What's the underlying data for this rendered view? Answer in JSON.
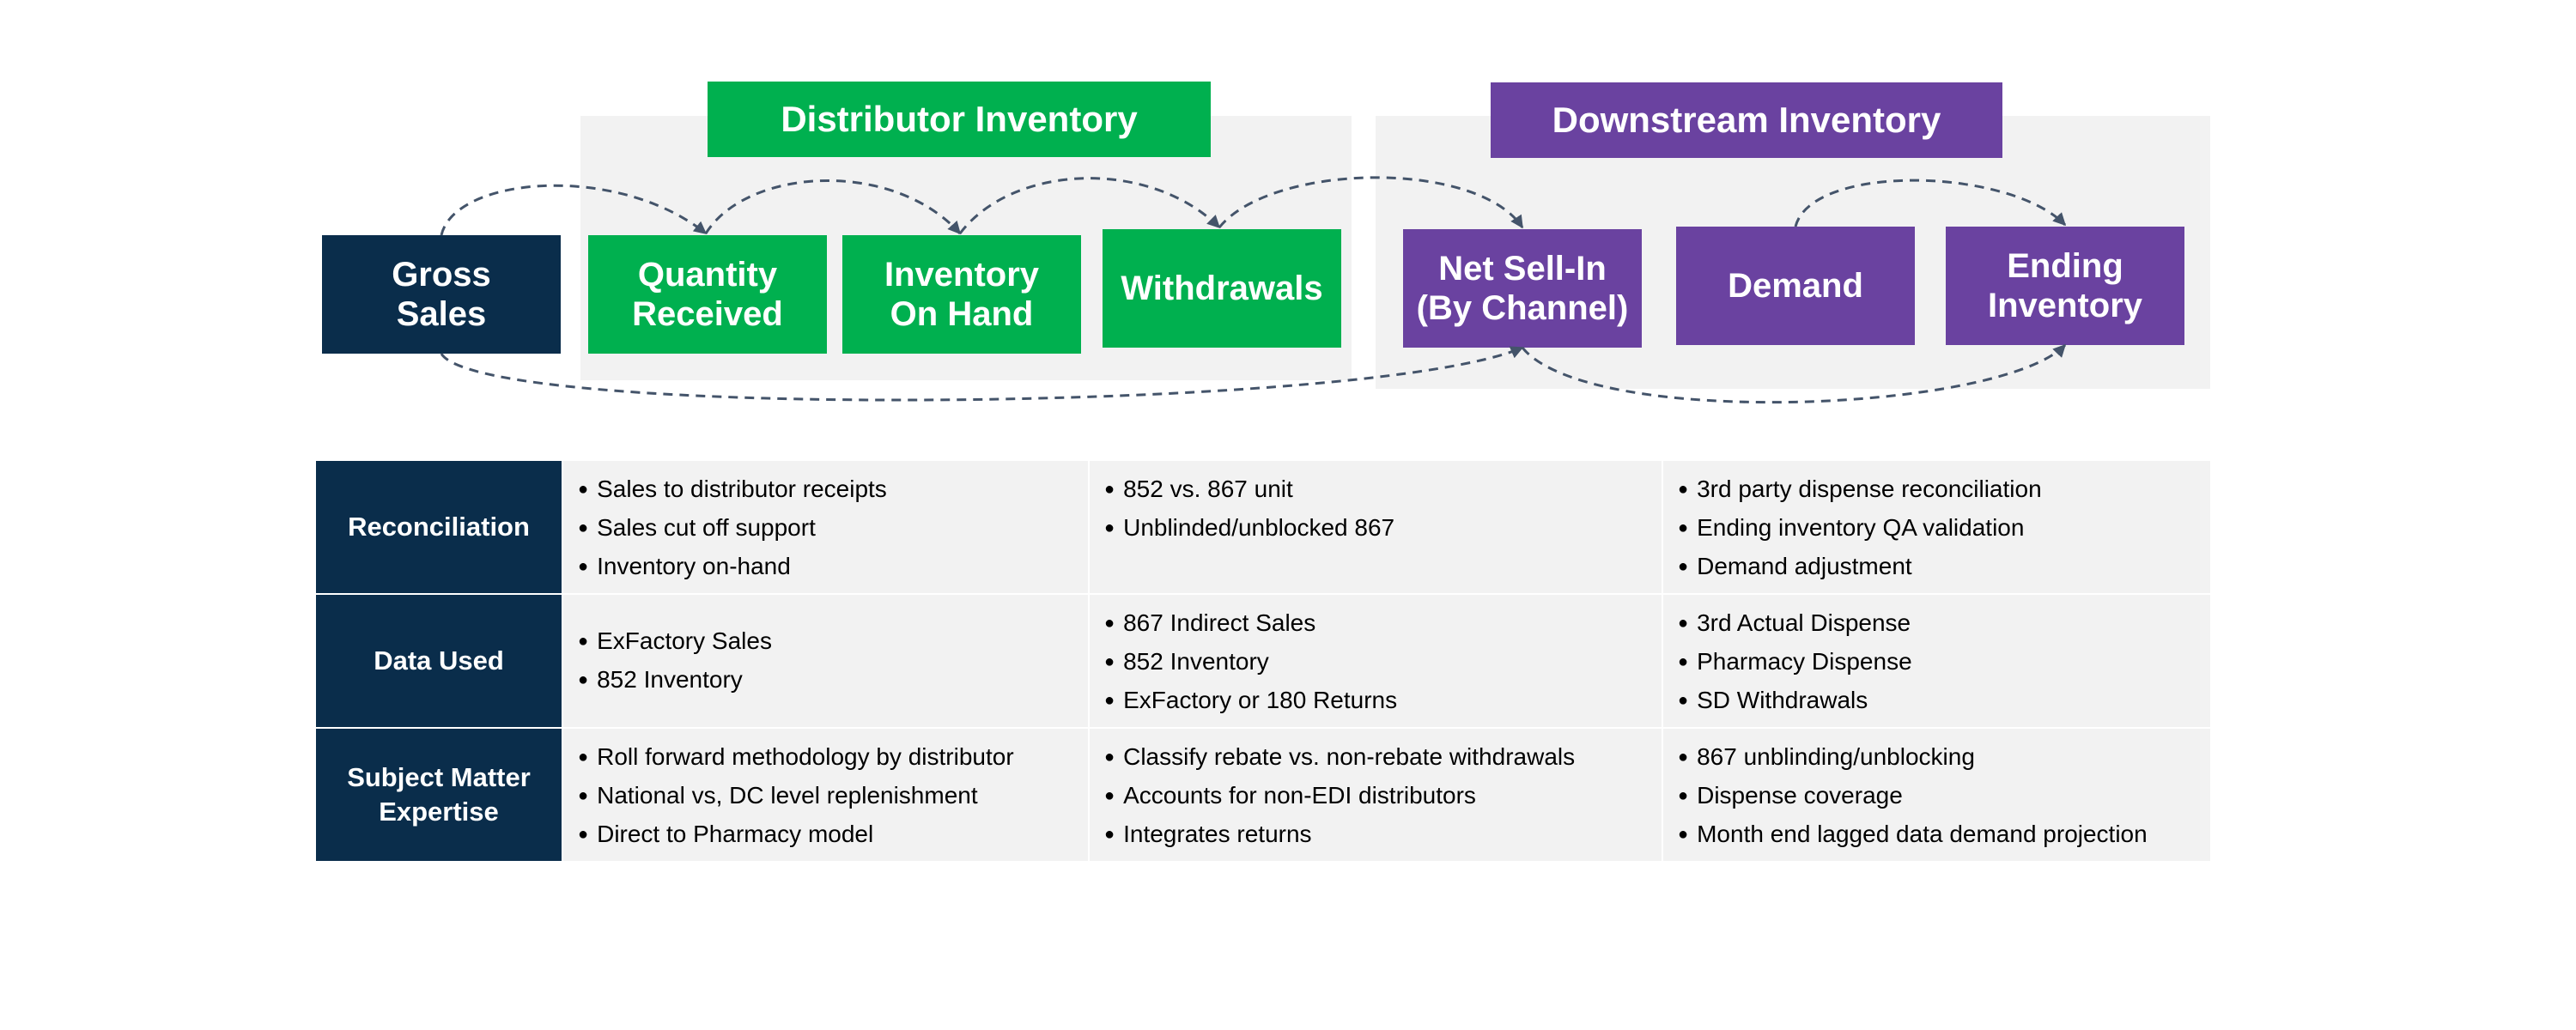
{
  "colors": {
    "green": "#00b04f",
    "purple": "#6a42a0",
    "navy": "#0a2d4b",
    "panel": "#f2f2f2",
    "arrow": "#44546a"
  },
  "headers": {
    "distributor": "Distributor Inventory",
    "downstream": "Downstream Inventory"
  },
  "boxes": {
    "gross_sales": "Gross\nSales",
    "quantity_received": "Quantity\nReceived",
    "inventory_on_hand": "Inventory\nOn Hand",
    "withdrawals": "Withdrawals",
    "net_sell_in": "Net Sell-In\n(By Channel)",
    "demand": "Demand",
    "ending_inventory": "Ending\nInventory"
  },
  "table": {
    "rows": [
      {
        "label": "Reconciliation",
        "cols": [
          [
            "Sales to distributor receipts",
            "Sales cut off support",
            "Inventory on-hand"
          ],
          [
            "852 vs. 867 unit",
            "Unblinded/unblocked 867"
          ],
          [
            "3rd party dispense reconciliation",
            "Ending inventory QA validation",
            "Demand adjustment"
          ]
        ]
      },
      {
        "label": "Data Used",
        "cols": [
          [
            "ExFactory Sales",
            "852 Inventory"
          ],
          [
            "867 Indirect Sales",
            "852 Inventory",
            "ExFactory or 180 Returns"
          ],
          [
            "3rd Actual Dispense",
            "Pharmacy Dispense",
            "SD Withdrawals"
          ]
        ]
      },
      {
        "label": "Subject Matter\nExpertise",
        "cols": [
          [
            "Roll forward methodology by distributor",
            "National vs, DC level replenishment",
            "Direct to Pharmacy model"
          ],
          [
            "Classify rebate vs. non-rebate withdrawals",
            "Accounts for non-EDI distributors",
            "Integrates returns"
          ],
          [
            "867 unblinding/unblocking",
            "Dispense coverage",
            "Month end lagged data demand projection"
          ]
        ]
      }
    ]
  }
}
